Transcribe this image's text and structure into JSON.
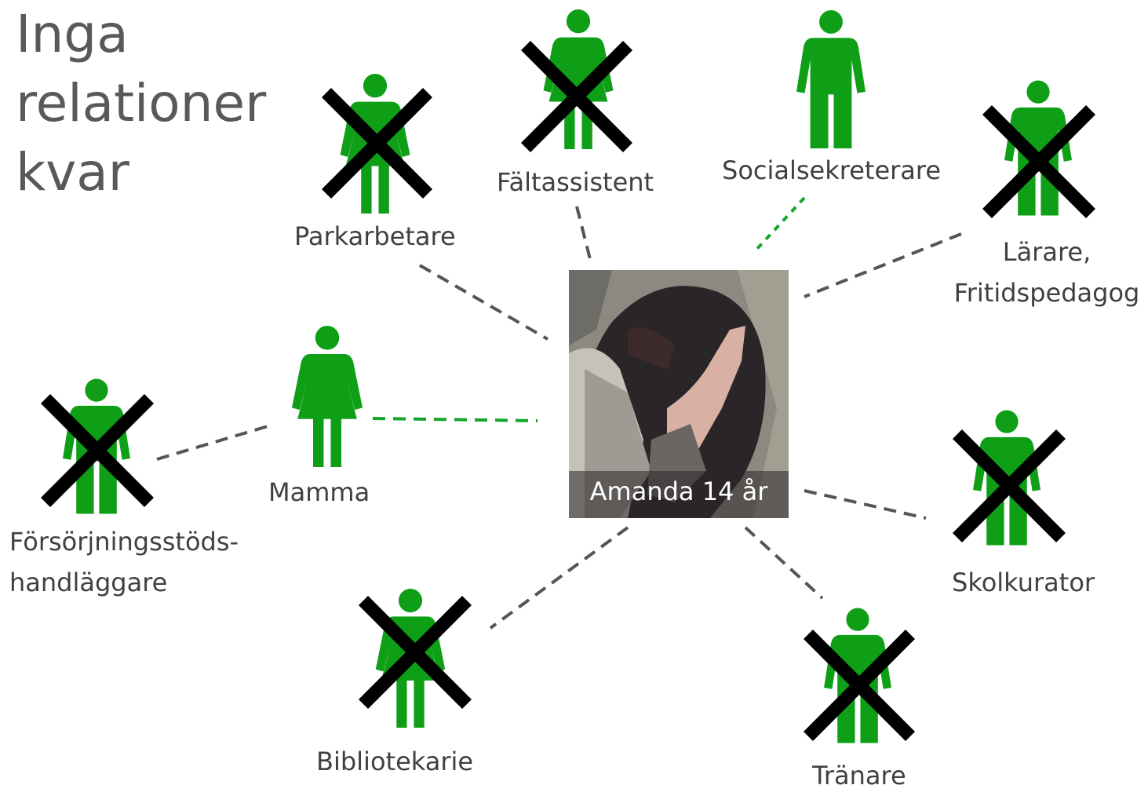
{
  "title_lines": [
    "Inga",
    "relationer",
    "kvar"
  ],
  "center": {
    "caption": "Amanda 14 år"
  },
  "figures": {
    "parkarbetare": {
      "label": "Parkarbetare",
      "crossed": true
    },
    "faltassistent": {
      "label": "Fältassistent",
      "crossed": true
    },
    "socialsekreterare": {
      "label": "Socialsekreterare",
      "crossed": false
    },
    "larare": {
      "label_lines": [
        "Lärare,",
        "Fritidspedagog"
      ],
      "crossed": true
    },
    "mamma": {
      "label": "Mamma",
      "crossed": false
    },
    "forsorjning": {
      "label_lines": [
        "Försörjningsstöds-",
        "handläggare"
      ],
      "crossed": true
    },
    "skolkurator": {
      "label": "Skolkurator",
      "crossed": true
    },
    "bibliotekarie": {
      "label": "Bibliotekarie",
      "crossed": true
    },
    "tranare": {
      "label": "Tränare",
      "crossed": true
    }
  },
  "colors": {
    "figure": "#0e9f17",
    "cross": "#000000",
    "line_dark": "#555555",
    "line_green": "#16a42a",
    "label": "#404040",
    "title": "#595959"
  }
}
